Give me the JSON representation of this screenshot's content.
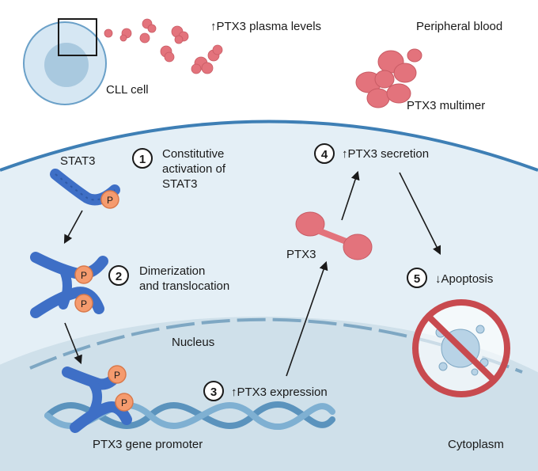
{
  "top": {
    "cll_cell": "CLL cell",
    "plasma": "↑PTX3 plasma levels",
    "peripheral_blood": "Peripheral blood",
    "multimer": "PTX3 multimer"
  },
  "steps": [
    {
      "number": "1",
      "lines": [
        "Constitutive",
        "activation of",
        "STAT3"
      ]
    },
    {
      "number": "2",
      "lines": [
        "Dimerization",
        "and translocation"
      ]
    },
    {
      "number": "3",
      "lines": [
        "↑PTX3 expression"
      ]
    },
    {
      "number": "4",
      "lines": [
        "↑PTX3 secretion"
      ]
    },
    {
      "number": "5",
      "lines": [
        "↓Apoptosis"
      ]
    }
  ],
  "labels": {
    "stat3": "STAT3",
    "ptx3": "PTX3",
    "nucleus": "Nucleus",
    "promoter": "PTX3 gene promoter",
    "cytoplasm": "Cytoplasm",
    "phospho": "P"
  },
  "colors": {
    "cytoplasm": "#e4eff6",
    "membrane": "#3e7fb5",
    "nucleus": "#cfe0ea",
    "nuclear_envelope": "#7ea7c3",
    "stat3": "#3e6fc6",
    "phospho": "#f59b6e",
    "ptx3": "#e3737c",
    "dna": "#5b93bd",
    "no_sign": "#c84a4f"
  }
}
